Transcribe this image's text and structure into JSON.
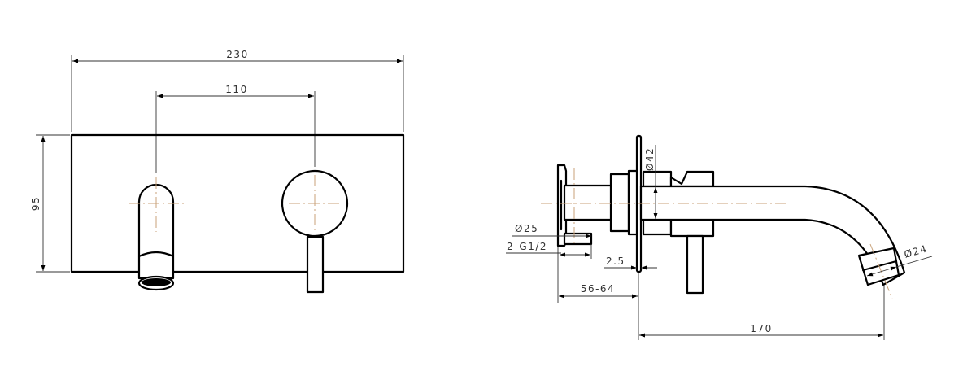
{
  "drawing": {
    "title": "Wall-mounted basin mixer with spout - dimensional drawing",
    "units": "mm",
    "colors": {
      "line": "#000000",
      "dimension": "#333333",
      "centerline": "#c9a27a"
    },
    "front_view": {
      "overall_width": "230",
      "center_spacing": "110",
      "plate_height": "95"
    },
    "side_view": {
      "flange_diameter": "Ø42",
      "inlet_diameter": "Ø25",
      "thread": "2-G1/2",
      "plate_thickness": "2.5",
      "wall_depth_range": "56-64",
      "spout_projection": "170",
      "spout_outlet_diameter": "Ø24"
    }
  }
}
